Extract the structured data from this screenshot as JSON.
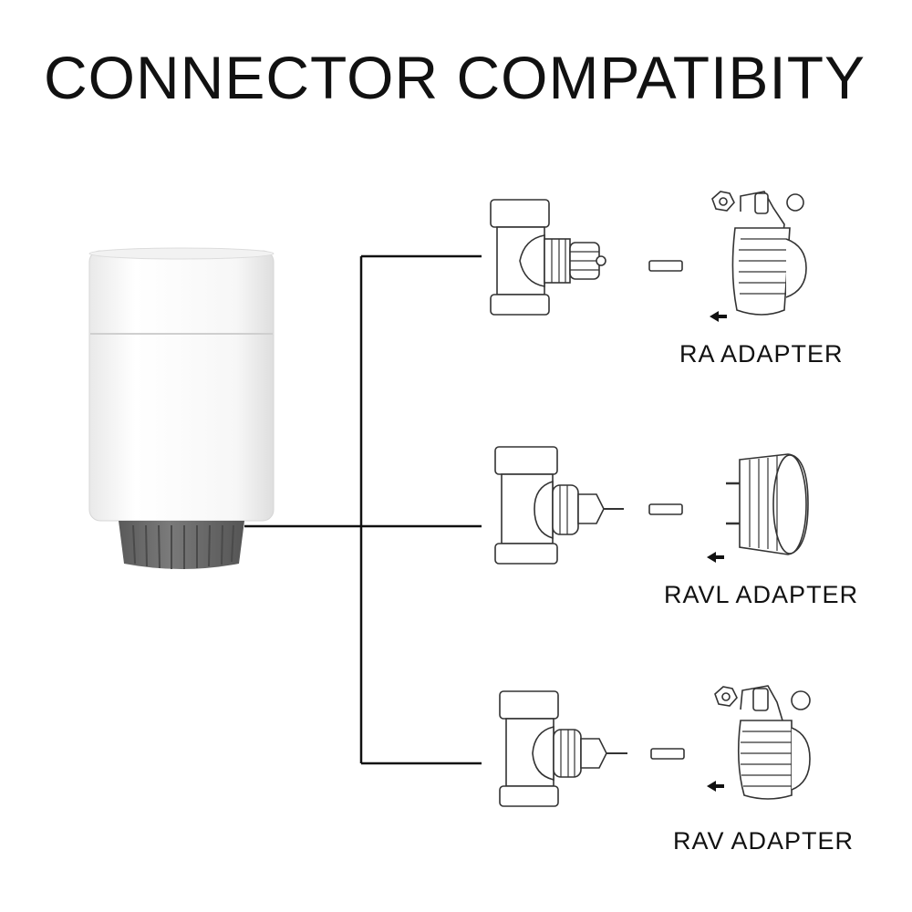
{
  "title": "CONNECTOR COMPATIBITY",
  "adapters": [
    {
      "name": "RA ADAPTER",
      "icon": "ra-adapter-icon"
    },
    {
      "name": "RAVL ADAPTER",
      "icon": "ravl-adapter-icon"
    },
    {
      "name": "RAV ADAPTER",
      "icon": "rav-adapter-icon"
    }
  ],
  "colors": {
    "line": "#111111",
    "actuator_body": "#ffffff",
    "actuator_nut": "#6e6e6e",
    "drawing_stroke": "#333333"
  }
}
